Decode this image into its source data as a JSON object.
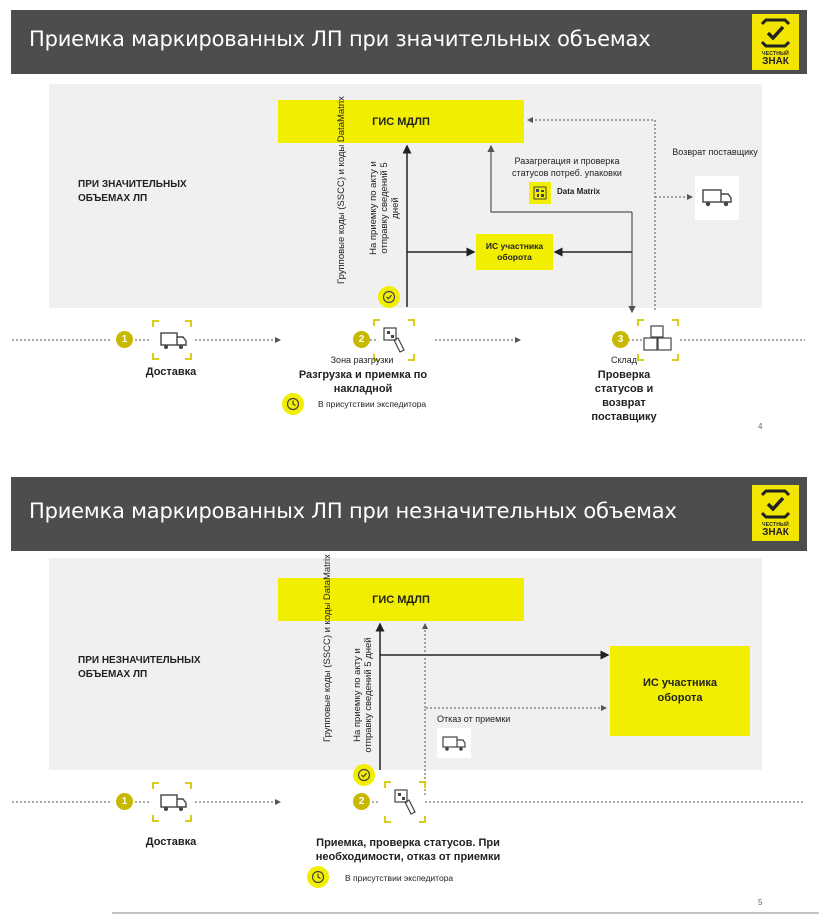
{
  "brand": {
    "line1": "ЧЕСТНЫЙ",
    "line2": "ЗНАК",
    "accent": "#f2ee00",
    "header_bg": "#4d4d4d"
  },
  "slide1": {
    "title": "Приемка маркированных ЛП при значительных объемах",
    "side_label": "ПРИ ЗНАЧИТЕЛЬНЫХ ОБЪЕМАХ ЛП",
    "gis": "ГИС МДЛП",
    "is_participant": "ИС участника оборота",
    "vertical_left": "Групповые коды (SSCC) и коды DataMatrix",
    "vertical_right": "На приемку по акту и отправку сведений 5 дней",
    "disaggregation": "Разагрегация и проверка статусов потреб. упаковки",
    "data_matrix": "Data Matrix",
    "return_label": "Возврат поставщику",
    "steps": [
      {
        "num": "1",
        "title": "Доставка",
        "icon": "truck-icon"
      },
      {
        "num": "2",
        "subtitle": "Зона разгрузки",
        "title": "Разгрузка и приемка по накладной",
        "icon": "scanner-icon"
      },
      {
        "num": "3",
        "subtitle": "Склад",
        "title": "Проверка статусов и возврат поставщику",
        "icon": "boxes-icon"
      }
    ],
    "presence": "В присутствии экспедитора",
    "page": "4"
  },
  "slide2": {
    "title": "Приемка маркированных ЛП при незначительных объемах",
    "side_label": "ПРИ НЕЗНАЧИТЕЛЬНЫХ ОБЪЕМАХ ЛП",
    "gis": "ГИС МДЛП",
    "is_participant": "ИС участника оборота",
    "vertical_left": "Групповые коды (SSCC) и коды DataMatrix",
    "vertical_right": "На приемку по акту и отправку сведений 5 дней",
    "refusal": "Отказ от приемки",
    "steps": [
      {
        "num": "1",
        "title": "Доставка",
        "icon": "truck-icon"
      },
      {
        "num": "2",
        "title": "Приемка, проверка статусов. При необходимости, отказ от приемки",
        "icon": "scanner-icon"
      }
    ],
    "presence": "В присутствии экспедитора",
    "page": "5"
  }
}
